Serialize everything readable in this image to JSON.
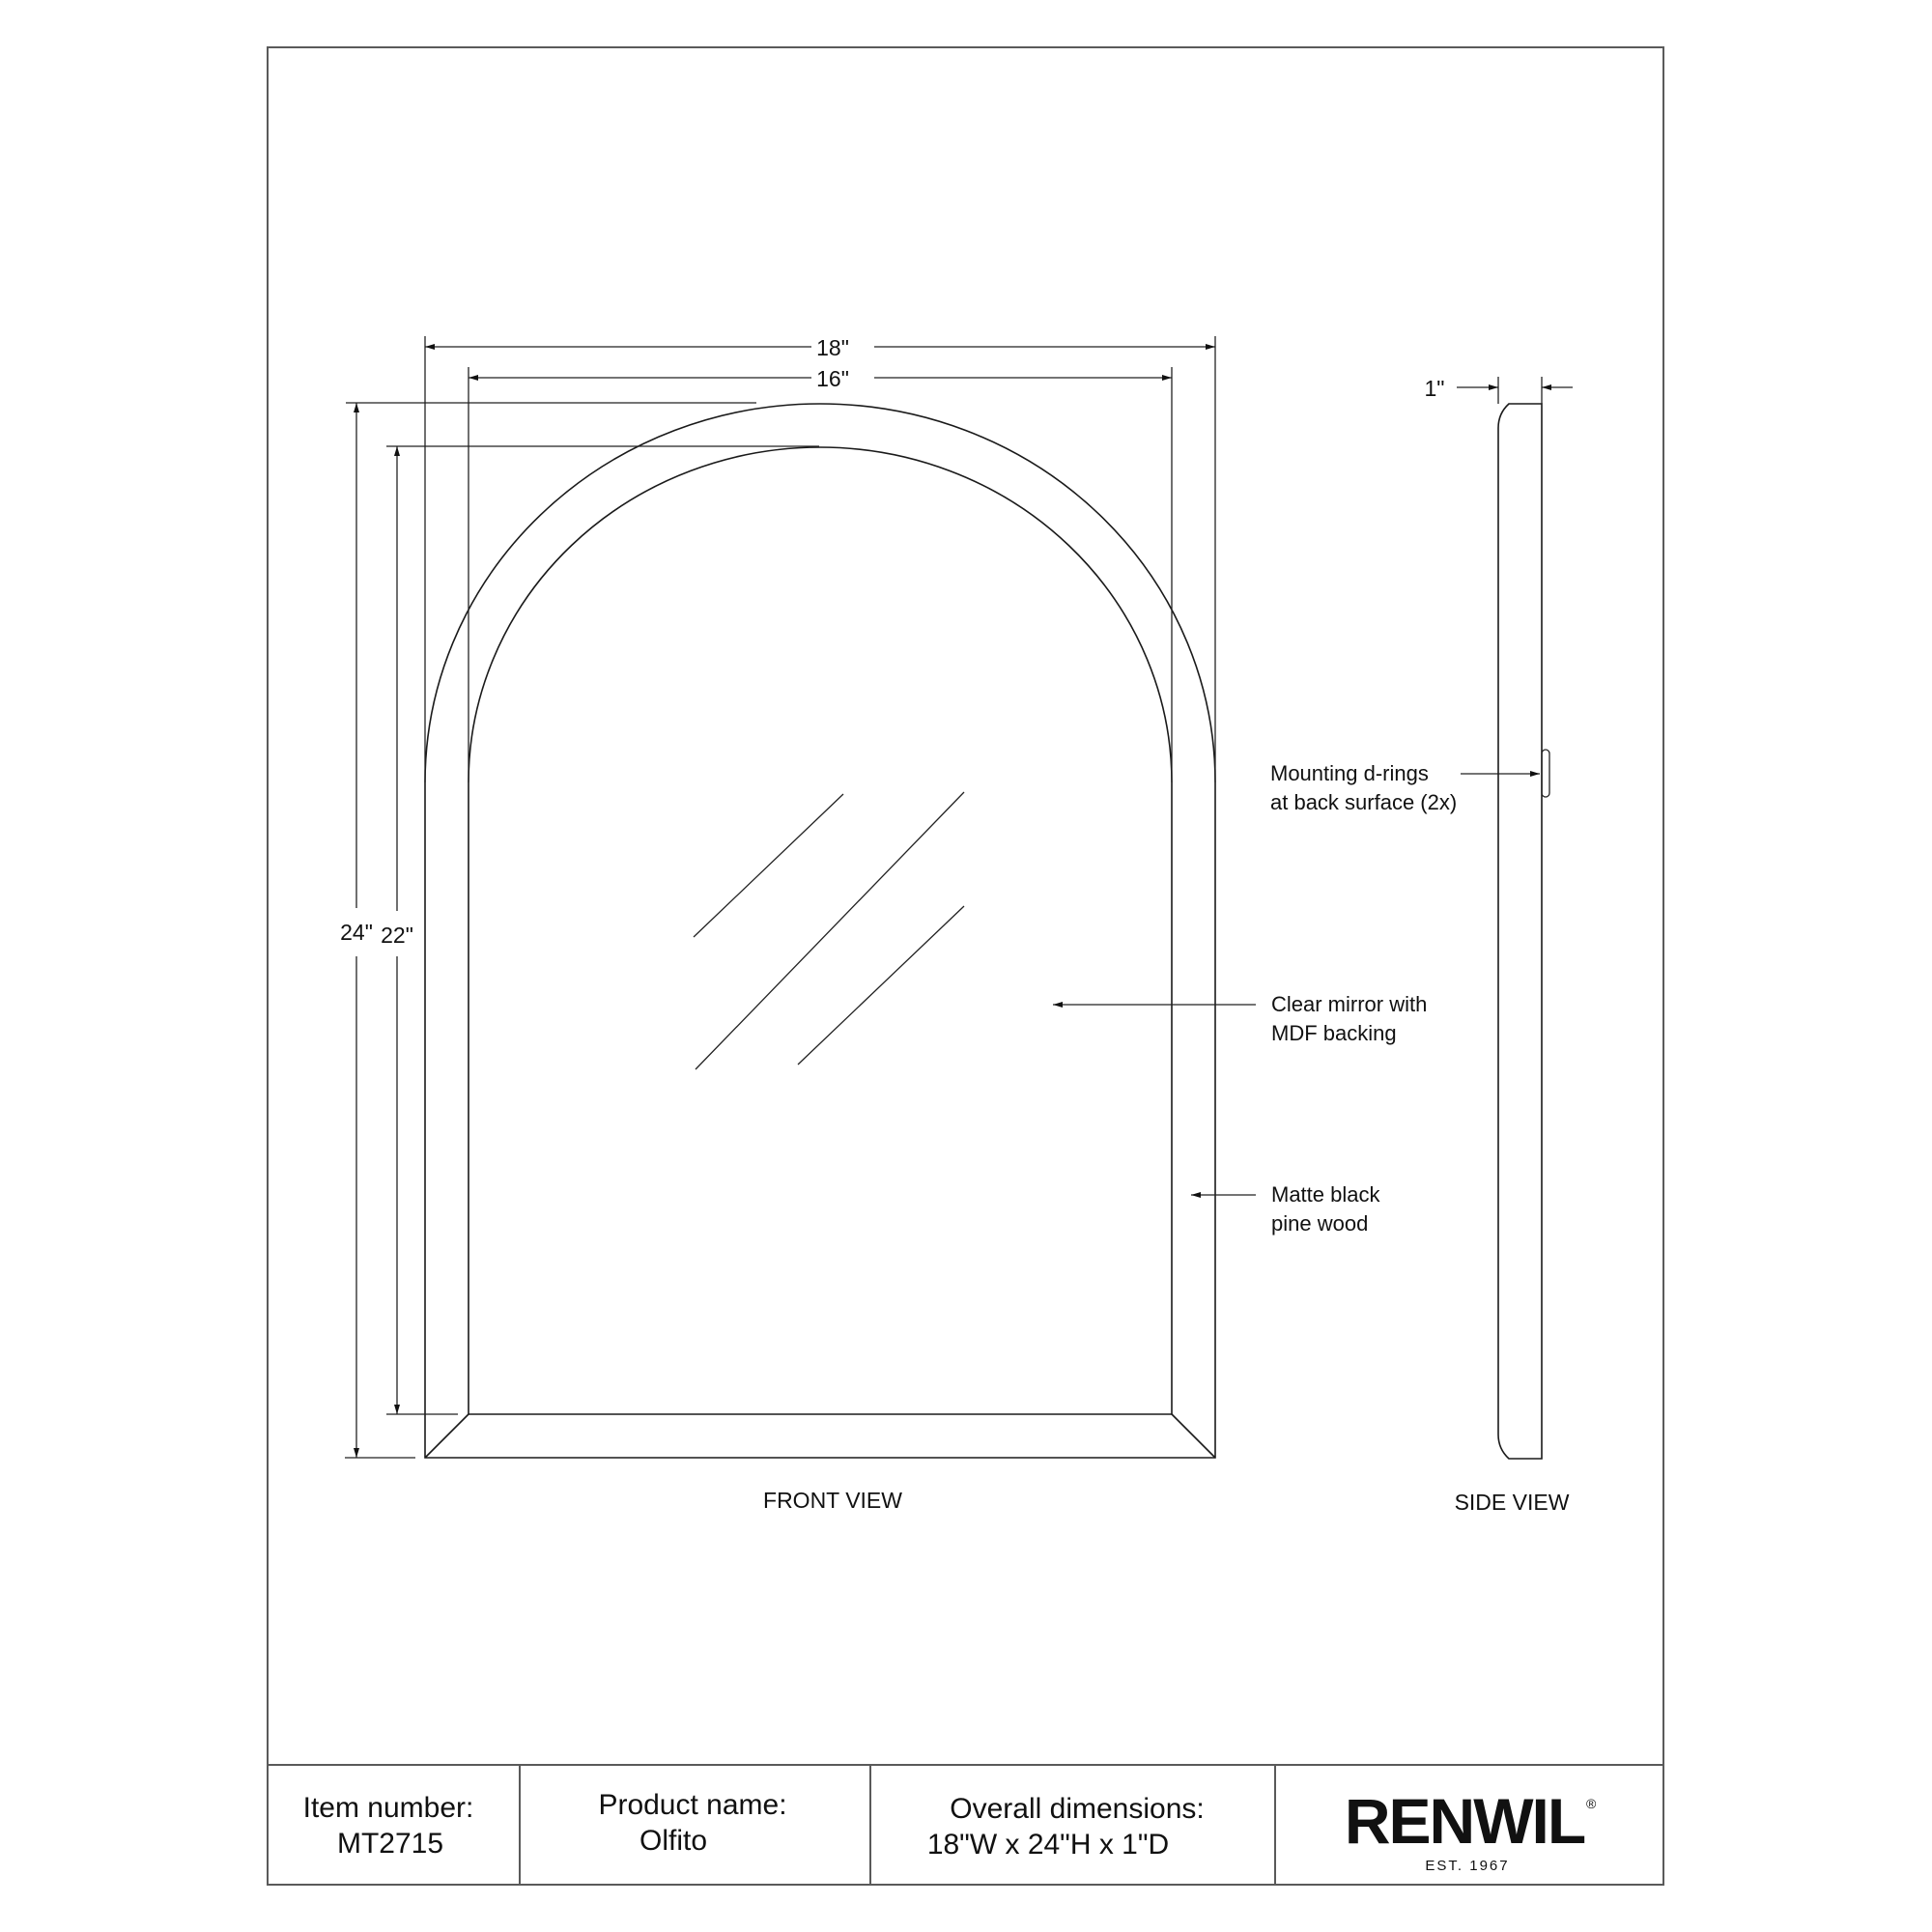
{
  "drawing": {
    "front_view": {
      "label": "FRONT VIEW",
      "dimensions": {
        "outer_width": "18\"",
        "inner_width": "16\"",
        "outer_height": "24\"",
        "inner_height": "22\""
      }
    },
    "side_view": {
      "label": "SIDE VIEW",
      "depth": "1\""
    },
    "callouts": {
      "d_rings": [
        "Mounting d-rings",
        "at back surface (2x)"
      ],
      "mirror": [
        "Clear mirror with",
        "MDF backing"
      ],
      "frame": [
        "Matte black",
        "pine wood"
      ]
    }
  },
  "title_block": {
    "item_number_label": "Item number:",
    "item_number": "MT2715",
    "product_name_label": "Product name:",
    "product_name": "Olfito",
    "dimensions_label": "Overall dimensions:",
    "dimensions": "18\"W x 24\"H x 1\"D",
    "brand": "RENWIL",
    "brand_mark": "®",
    "brand_est": "EST. 1967"
  }
}
